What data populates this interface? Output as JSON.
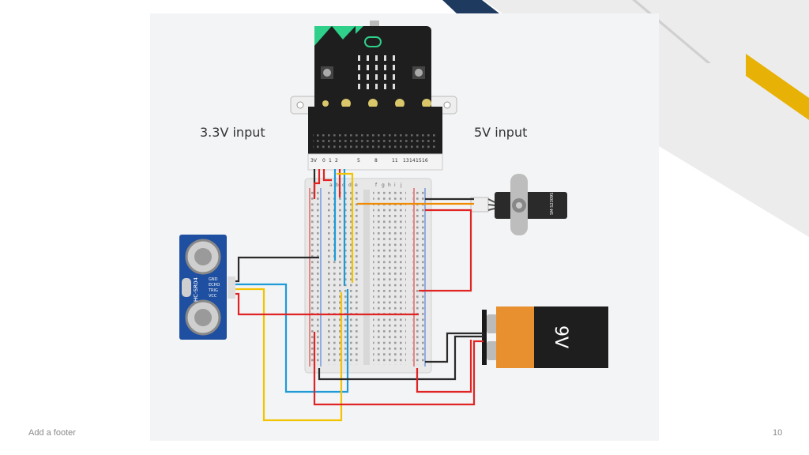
{
  "slide": {
    "label_left": "3.3V input",
    "label_right": "5V input",
    "footer": "Add a footer",
    "page_number": "10"
  },
  "components": {
    "battery_label": "9V",
    "sensor_label": "HC-SR04",
    "sensor_pins": [
      "GND",
      "ECHO",
      "TRIG",
      "VCC"
    ],
    "servo_label": "SM-S2309S",
    "pin_labels": [
      "3V",
      "0",
      "1",
      "2",
      "5",
      "8",
      "11",
      "13",
      "14",
      "15",
      "16"
    ],
    "breadboard_columns_left": [
      "a",
      "b",
      "c",
      "d",
      "e"
    ],
    "breadboard_columns_right": [
      "f",
      "g",
      "h",
      "i",
      "j"
    ]
  },
  "colors": {
    "accent_navy": "#1f3a5f",
    "accent_gold": "#e8b106",
    "wire_red": "#e02424",
    "wire_black": "#2a2a2a",
    "wire_yellow": "#f2c300",
    "wire_blue": "#1e9bd7",
    "wire_orange": "#f08a00",
    "sensor_blue": "#1f4fa0",
    "battery_orange": "#e8902f"
  }
}
